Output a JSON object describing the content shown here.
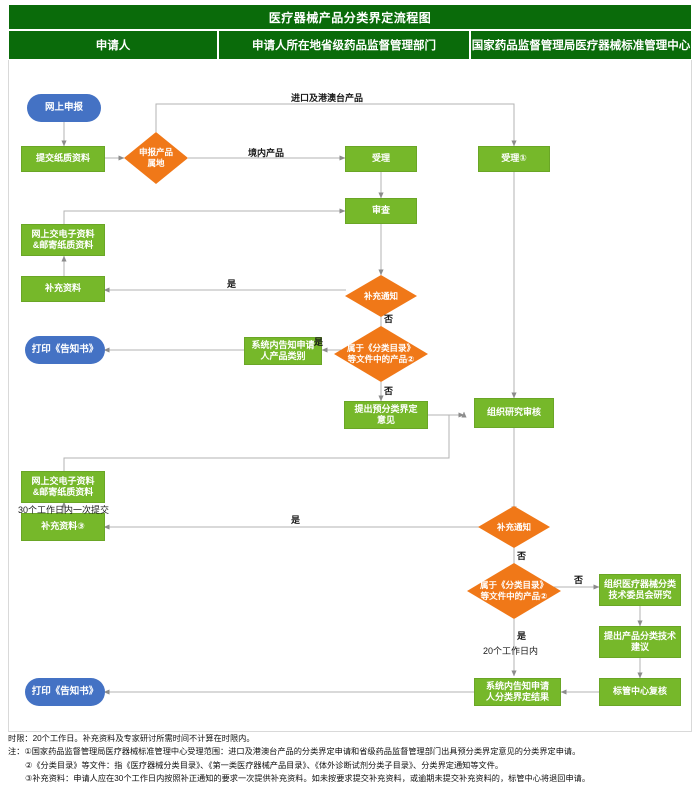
{
  "header": {
    "title": "医疗器械产品分类界定流程图",
    "columns": [
      {
        "label": "申请人"
      },
      {
        "label": "申请人所在地省级药品监督管理部门"
      },
      {
        "label": "国家药品监督管理局医疗器械标准管理中心"
      }
    ]
  },
  "colors": {
    "header_green": "#0a6b0a",
    "node_green": "#76b82a",
    "node_orange": "#f07818",
    "node_blue": "#4472c4",
    "connector_gray": "#a6a6a6"
  },
  "nodes": {
    "online_apply": "网上申报",
    "submit_paper": "提交纸质资料",
    "product_origin": "申报产品\n属地",
    "accept_local": "受理",
    "accept_center": "受理①",
    "review": "审查",
    "supplement_notice_1": "补充通知",
    "supplement_docs_1": "补充资料",
    "online_docs_1": "网上交电子资料\n&邮寄纸质资料",
    "print_notice_1": "打印《告知书》",
    "system_inform_category": "系统内告知申请\n人产品类别",
    "in_catalog_1": "属于《分类目录》\n等文件中的产品②",
    "pre_classification": "提出预分类界定\n意见",
    "organize_research": "组织研究审核",
    "online_docs_2": "网上交电子资料\n&邮寄纸质资料",
    "supplement_docs_2": "补充资料③",
    "supplement_notice_2": "补充通知",
    "in_catalog_2": "属于《分类目录》\n等文件中的产品②",
    "committee_research": "组织医疗器械分类\n技术委员会研究",
    "tech_advice": "提出产品分类技术\n建议",
    "center_review": "标管中心复核",
    "system_inform_result": "系统内告知申请\n人分类界定结果",
    "print_notice_2": "打印《告知书》"
  },
  "edge_labels": {
    "import_hmt": "进口及港澳台产品",
    "domestic": "境内产品",
    "yes_1": "是",
    "no_1": "否",
    "yes_2": "是",
    "no_2": "否",
    "submit_once_30": "30个工作日内一次提交",
    "yes_3": "是",
    "no_3": "否",
    "no_4": "否",
    "yes_4": "是",
    "within_20_days": "20个工作日内"
  },
  "notes": {
    "line1": "时限：20个工作日。补充资料及专家研讨所需时间不计算在时限内。",
    "line2": "注：①国家药品监督管理局医疗器械标准管理中心受理范围：进口及港澳台产品的分类界定申请和省级药品监督管理部门出具预分类界定意见的分类界定申请。",
    "line3": "②《分类目录》等文件：指《医疗器械分类目录》、《第一类医疗器械产品目录》、《体外诊断试剂分类子目录》、分类界定通知等文件。",
    "line4": "③补充资料：申请人应在30个工作日内按照补正通知的要求一次提供补充资料。如未按要求提交补充资料，或逾期未提交补充资料的，标管中心将退回申请。"
  }
}
